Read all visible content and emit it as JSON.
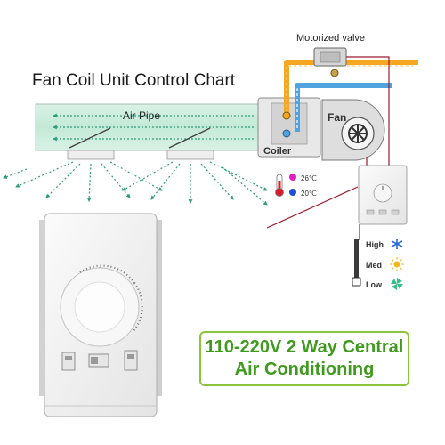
{
  "diagram": {
    "title": "Fan Coil Unit Control Chart",
    "valve_label": "Motorized valve",
    "air_pipe_label": "Air Pipe",
    "fan_label": "Fan",
    "coiler_label": "Coiler",
    "temp_hot": "26℃",
    "temp_cold": "20℃",
    "speeds": {
      "high": "High",
      "med": "Med",
      "low": "Low"
    }
  },
  "banner": {
    "line1": "110-220V 2 Way Central",
    "line2": "Air Conditioning"
  },
  "colors": {
    "accent_green": "#3f9a1e",
    "banner_border": "#8cc43c",
    "hot_pipe": "#f5a623",
    "cold_pipe": "#4fa3e0",
    "air_duct": "#cfeee0",
    "airflow_arrow": "#2e9c7a",
    "wire": "#9b1b2e",
    "temp_hot_dot": "#e020c0",
    "temp_cold_dot": "#1f4fd8",
    "high_icon": "#2a68d8",
    "med_icon": "#f2b619",
    "low_icon": "#33c08a"
  },
  "icons": [
    "snowflake-icon",
    "sun-icon",
    "pinwheel-icon",
    "thermometer-icon",
    "fan-icon"
  ]
}
